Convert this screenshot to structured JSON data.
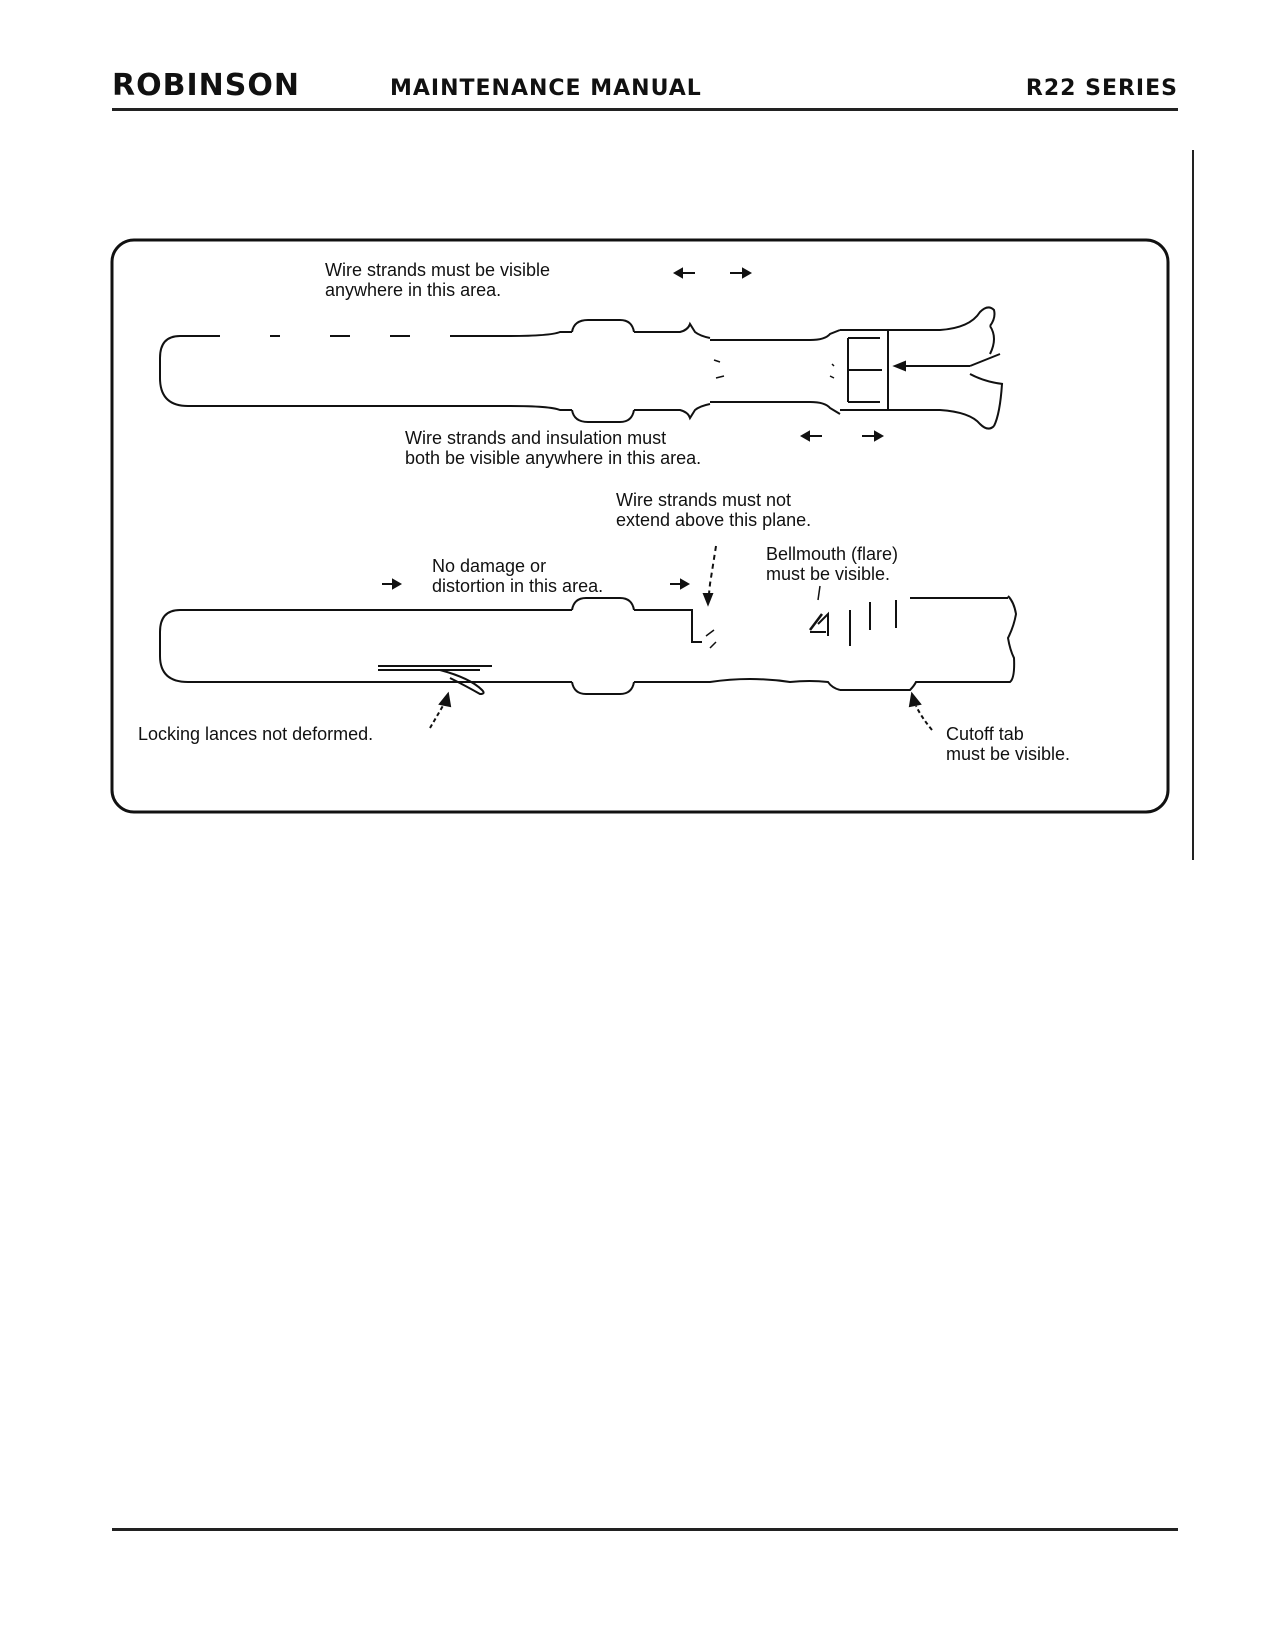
{
  "header": {
    "brand": "ROBINSON",
    "title": "MAINTENANCE MANUAL",
    "series": "R22 SERIES"
  },
  "figure": {
    "top_terminal": {
      "label_strands_visible_1": "Wire strands must be visible",
      "label_strands_visible_2": "anywhere in this area.",
      "label_strands_insulation_1": "Wire strands and insulation must",
      "label_strands_insulation_2": "both be visible anywhere in this area."
    },
    "bottom_terminal": {
      "label_not_extend_1": "Wire strands must not",
      "label_not_extend_2": "extend above this plane.",
      "label_bellmouth_1": "Bellmouth (flare)",
      "label_bellmouth_2": "must be visible.",
      "label_no_damage_1": "No damage or",
      "label_no_damage_2": "distortion in this area.",
      "label_locking_lances": "Locking lances not deformed.",
      "label_cutoff_1": "Cutoff tab",
      "label_cutoff_2": "must be visible."
    }
  }
}
